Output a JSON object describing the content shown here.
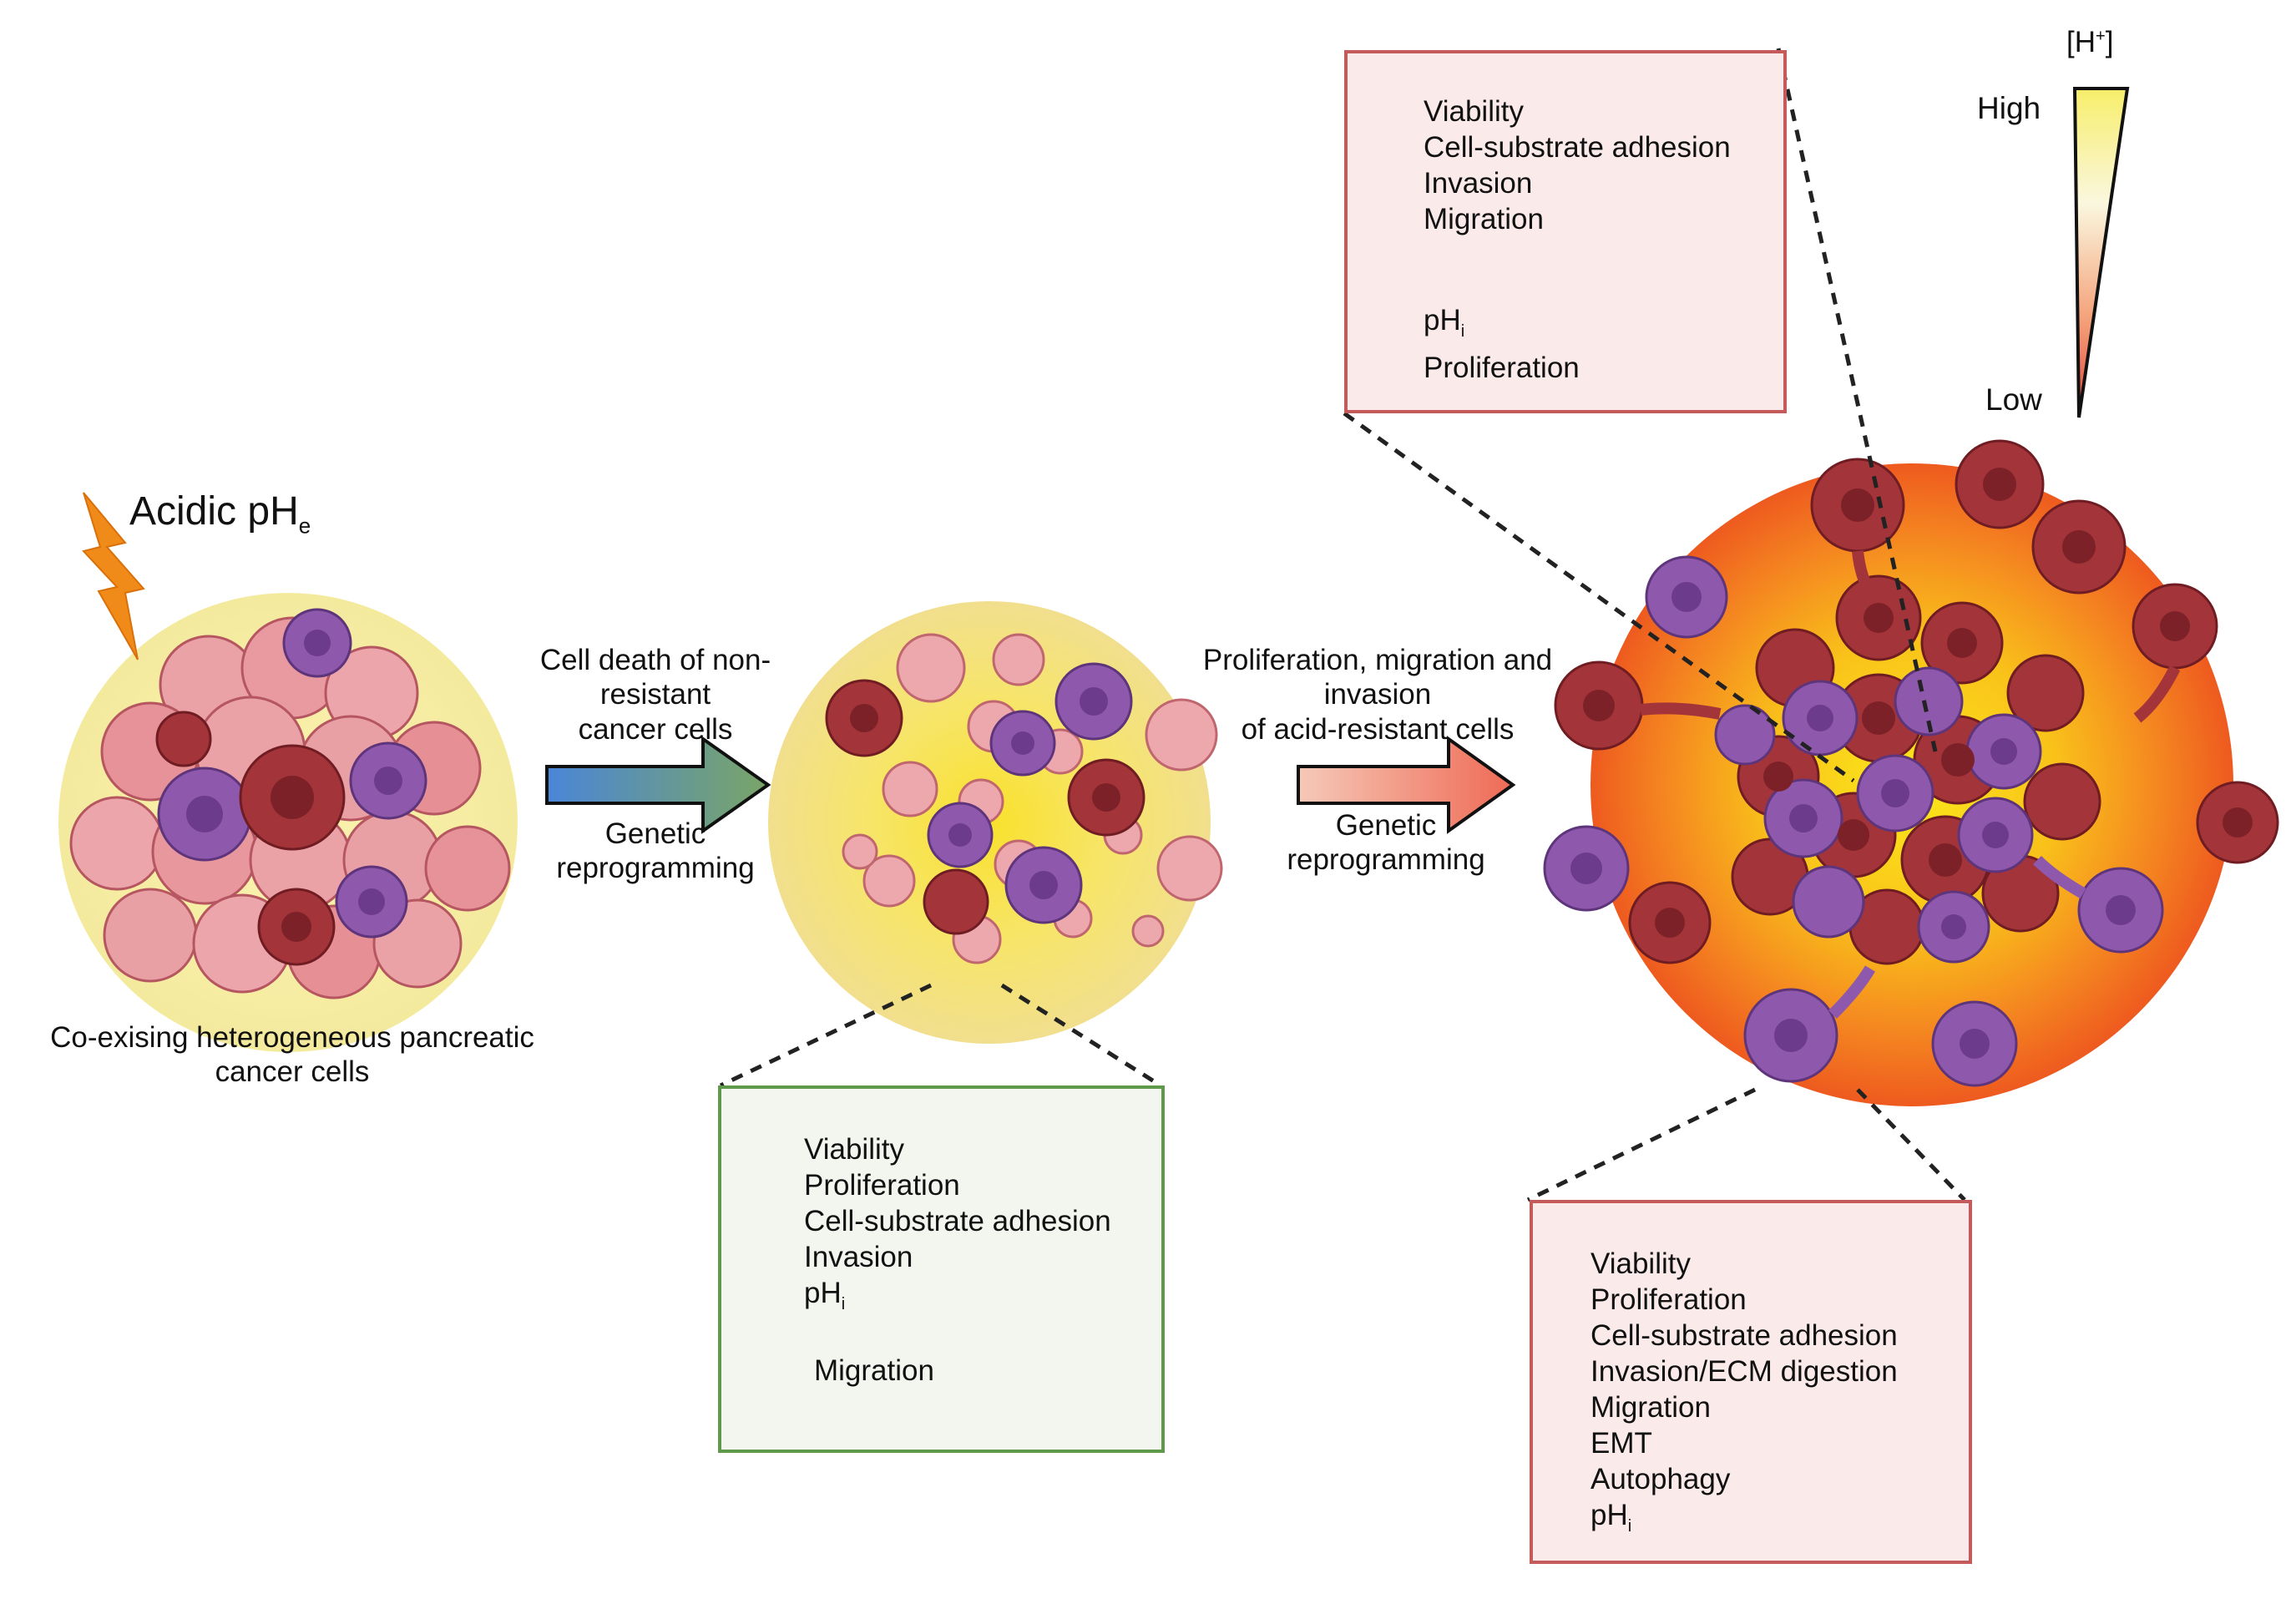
{
  "stage1": {
    "stimulus_label": "Acidic pH",
    "stimulus_sub": "e",
    "caption": [
      "Co-exising heterogeneous pancreatic",
      "cancer cells"
    ]
  },
  "arrow1": {
    "top_text": [
      "Cell death of non-",
      "resistant",
      "cancer cells"
    ],
    "bottom_text": [
      "Genetic",
      "reprogramming"
    ]
  },
  "arrow2": {
    "top_text": [
      "Proliferation, migration and",
      "invasion",
      "of acid-resistant cells"
    ],
    "bottom_text": [
      "Genetic",
      "reprogramming"
    ]
  },
  "box_stage2": {
    "down": [
      "Viability",
      "Proliferation",
      "Cell-substrate adhesion",
      "Invasion",
      "pH"
    ],
    "down_subscripts": {
      "pH": "i"
    },
    "up": [
      "Migration"
    ]
  },
  "box_top": {
    "up": [
      "Viability",
      "Cell-substrate adhesion",
      "Invasion",
      "Migration"
    ],
    "down": [
      "pH",
      "Proliferation"
    ],
    "down_subscripts": {
      "pH": "i"
    }
  },
  "box_bottom": {
    "up": [
      "Viability",
      "Proliferation",
      "Cell-substrate adhesion",
      "Invasion/ECM digestion",
      "Migration",
      "EMT",
      "Autophagy",
      "pH"
    ],
    "up_subscripts": {
      "pH": "i"
    }
  },
  "gradient_legend": {
    "title": "[H",
    "title_sup": "+",
    "title_close": "]",
    "high_label": "High",
    "low_label": "Low"
  },
  "colors": {
    "cell_pink": "#e48a90",
    "cell_dark_red": "#a3343a",
    "cell_purple": "#8e58ad",
    "box_red_border": "#c45a5a",
    "box_green_border": "#5f9a4c",
    "lightning": "#f08a18",
    "arrow1_start": "#4a86d8",
    "arrow1_end": "#7aa566",
    "arrow2_start": "#f6c9b8",
    "arrow2_end": "#ee6a55"
  }
}
